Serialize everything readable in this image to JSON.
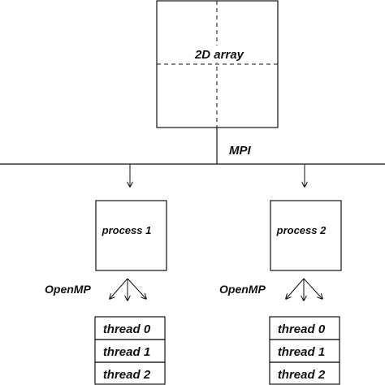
{
  "array": {
    "label": "2D array"
  },
  "connection": {
    "label": "MPI"
  },
  "processes": [
    {
      "label": "process 1",
      "threading_label": "OpenMP",
      "threads": [
        "thread 0",
        "thread 1",
        "thread 2"
      ]
    },
    {
      "label": "process 2",
      "threading_label": "OpenMP",
      "threads": [
        "thread 0",
        "thread 1",
        "thread 2"
      ]
    }
  ],
  "colors": {
    "stroke": "#111111",
    "background": "#ffffff"
  }
}
